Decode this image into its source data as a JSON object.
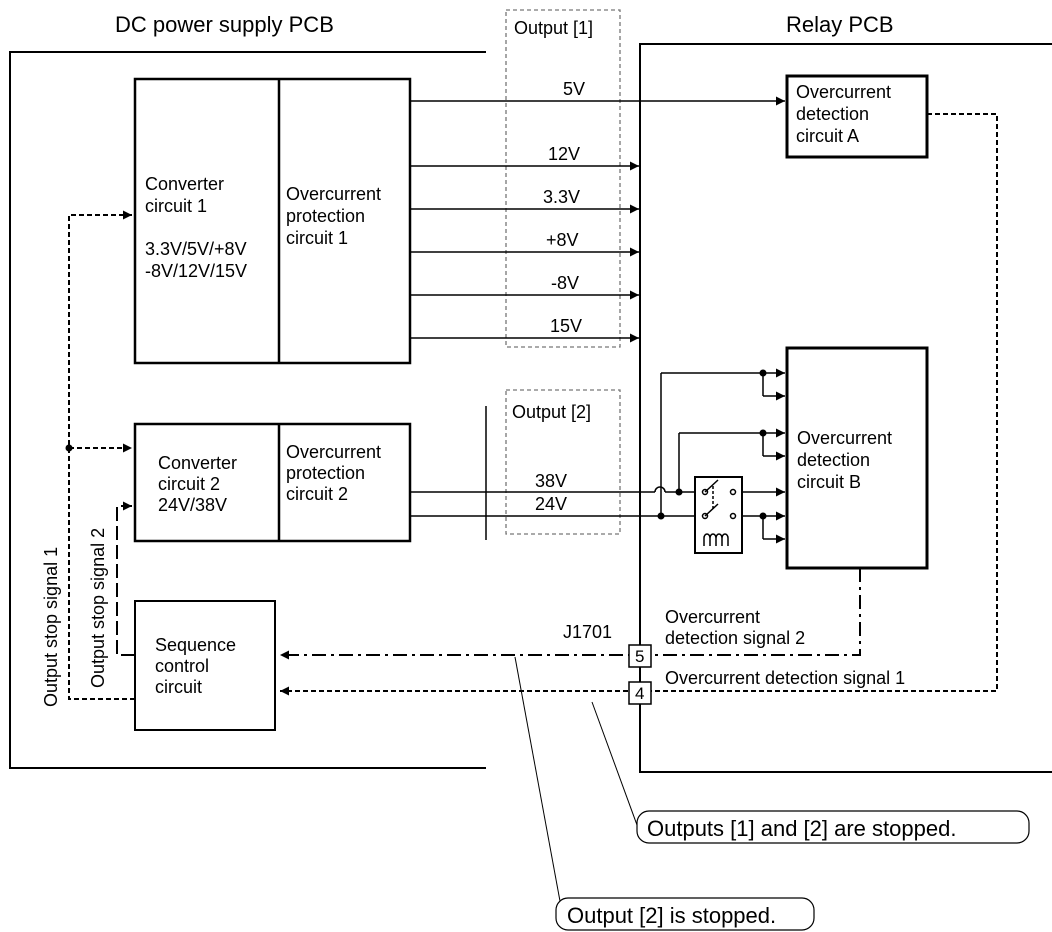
{
  "titles": {
    "dc_pcb": "DC power supply PCB",
    "relay_pcb": "Relay PCB",
    "output1": "Output [1]",
    "output2": "Output [2]"
  },
  "converter1": {
    "line1": "Converter",
    "line2": "circuit 1",
    "volt1": "3.3V/5V/+8V",
    "volt2": "-8V/12V/15V"
  },
  "ocp1": {
    "line1": "Overcurrent",
    "line2": "protection",
    "line3": "circuit 1"
  },
  "converter2": {
    "line1": "Converter",
    "line2": "circuit 2",
    "line3": "24V/38V"
  },
  "ocp2": {
    "line1": "Overcurrent",
    "line2": "protection",
    "line3": "circuit 2"
  },
  "sequence": {
    "line1": "Sequence",
    "line2": "control",
    "line3": "circuit"
  },
  "detA": {
    "line1": "Overcurrent",
    "line2": "detection",
    "line3": "circuit A"
  },
  "detB": {
    "line1": "Overcurrent",
    "line2": "detection",
    "line3": "circuit B"
  },
  "voltages": {
    "v5": "5V",
    "v12": "12V",
    "v33": "3.3V",
    "v8p": "+8V",
    "v8n": "-8V",
    "v15": "15V",
    "v38": "38V",
    "v24": "24V"
  },
  "signals": {
    "stop1": "Output stop signal 1",
    "stop2": "Output stop signal 2",
    "det2_line1": "Overcurrent",
    "det2_line2": "detection signal 2",
    "det1": "Overcurrent detection signal 1"
  },
  "connector": {
    "name": "J1701",
    "pin5": "5",
    "pin4": "4"
  },
  "callouts": {
    "both": "Outputs [1] and [2] are stopped.",
    "out2": "Output [2] is stopped."
  }
}
